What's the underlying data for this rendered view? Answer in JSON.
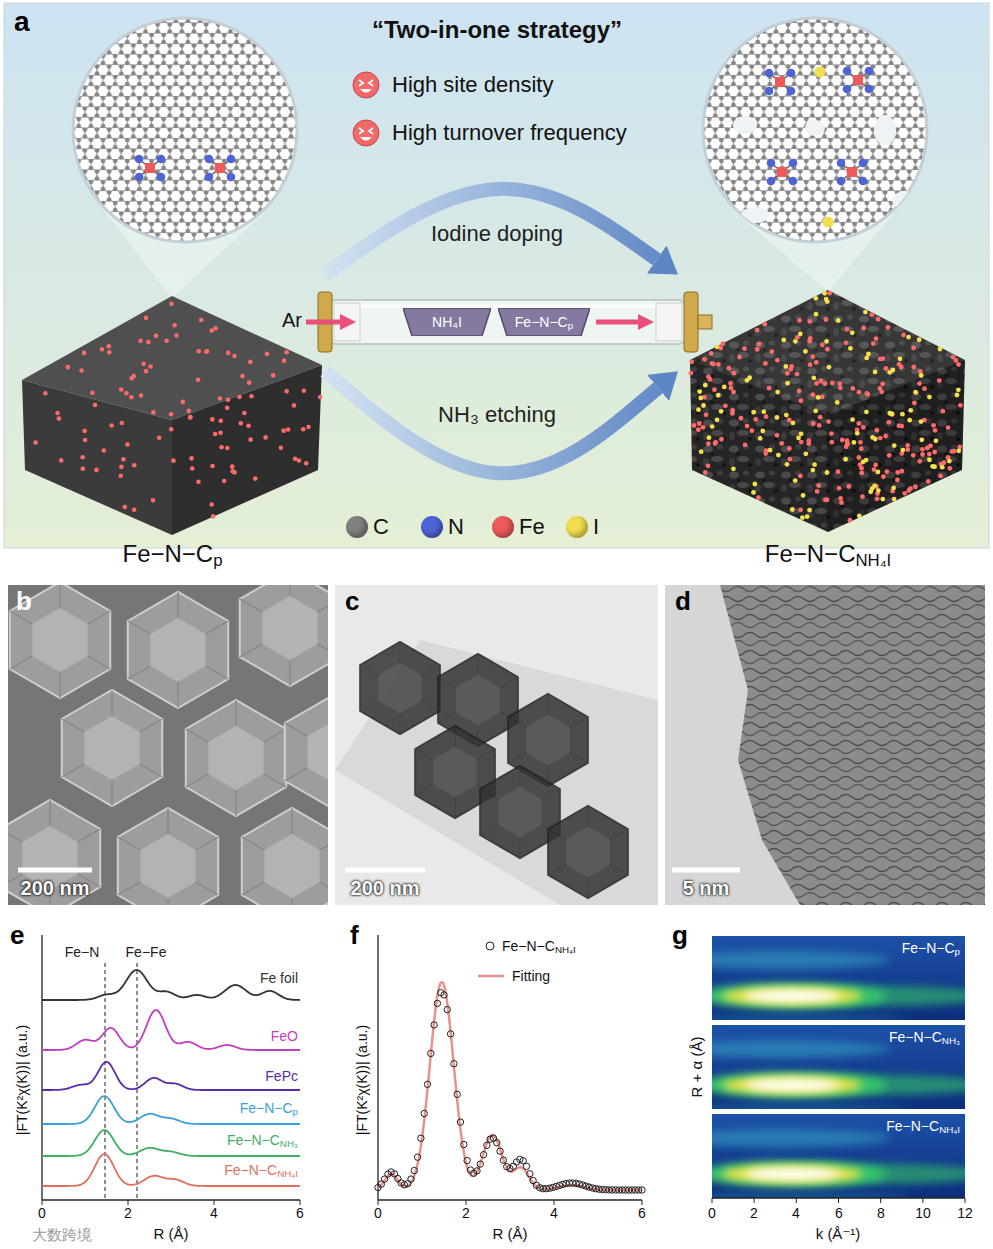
{
  "diagram": {
    "nodes": [
      {
        "text": [
          "Fe−N−Cp"
        ]
      },
      {
        "text": [
          "NH₄I"
        ]
      },
      {
        "text": [
          "Fe−N−Cp"
        ]
      },
      {
        "text": [
          "Fe−N−CNH₄I"
        ]
      }
    ],
    "edges": [
      {
        "from": 0,
        "to": 3,
        "label": "Iodine doping",
        "arrow": "to"
      },
      {
        "from": 0,
        "to": 3,
        "label": "NH₃ etching",
        "arrow": "to"
      }
    ],
    "labels": [
      "a",
      "“Two-in-one strategy”",
      "High site density",
      "High turnover frequency",
      "Ar",
      "b",
      "200 nm",
      "c",
      "200 nm",
      "d",
      "5 nm",
      "e",
      "Fe−N",
      "Fe−Fe",
      "Fe foil",
      "FeO",
      "FePc",
      "Fe−N−Cp",
      "Fe−N−CNH₃",
      "Fe−N−CNH₄I",
      "|FT(K²χ(K))| (a.u.)",
      "0",
      "2",
      "4",
      "6",
      "R (Å)",
      "f",
      "|FT(K²χ(K))| (a.u.)",
      "0",
      "2",
      "4",
      "6",
      "R (Å)",
      "g",
      "Fe−N−Cp",
      "Fe−N−CNH₃",
      "Fe−N−CNH₄I",
      "R + α (Å)",
      "0",
      "2",
      "4",
      "6",
      "8",
      "10",
      "12",
      "k (Å⁻¹)",
      "大数跨境"
    ],
    "legend": [
      {
        "text": "C",
        "color": "#808080"
      },
      {
        "text": "N",
        "color": "#4f63d8"
      },
      {
        "text": "Fe",
        "color": "#ee5a5a"
      },
      {
        "text": "I",
        "color": "#f0de4c"
      },
      {
        "text": "Fe−N−CNH₄I"
      },
      {
        "text": "Fitting"
      }
    ]
  }
}
